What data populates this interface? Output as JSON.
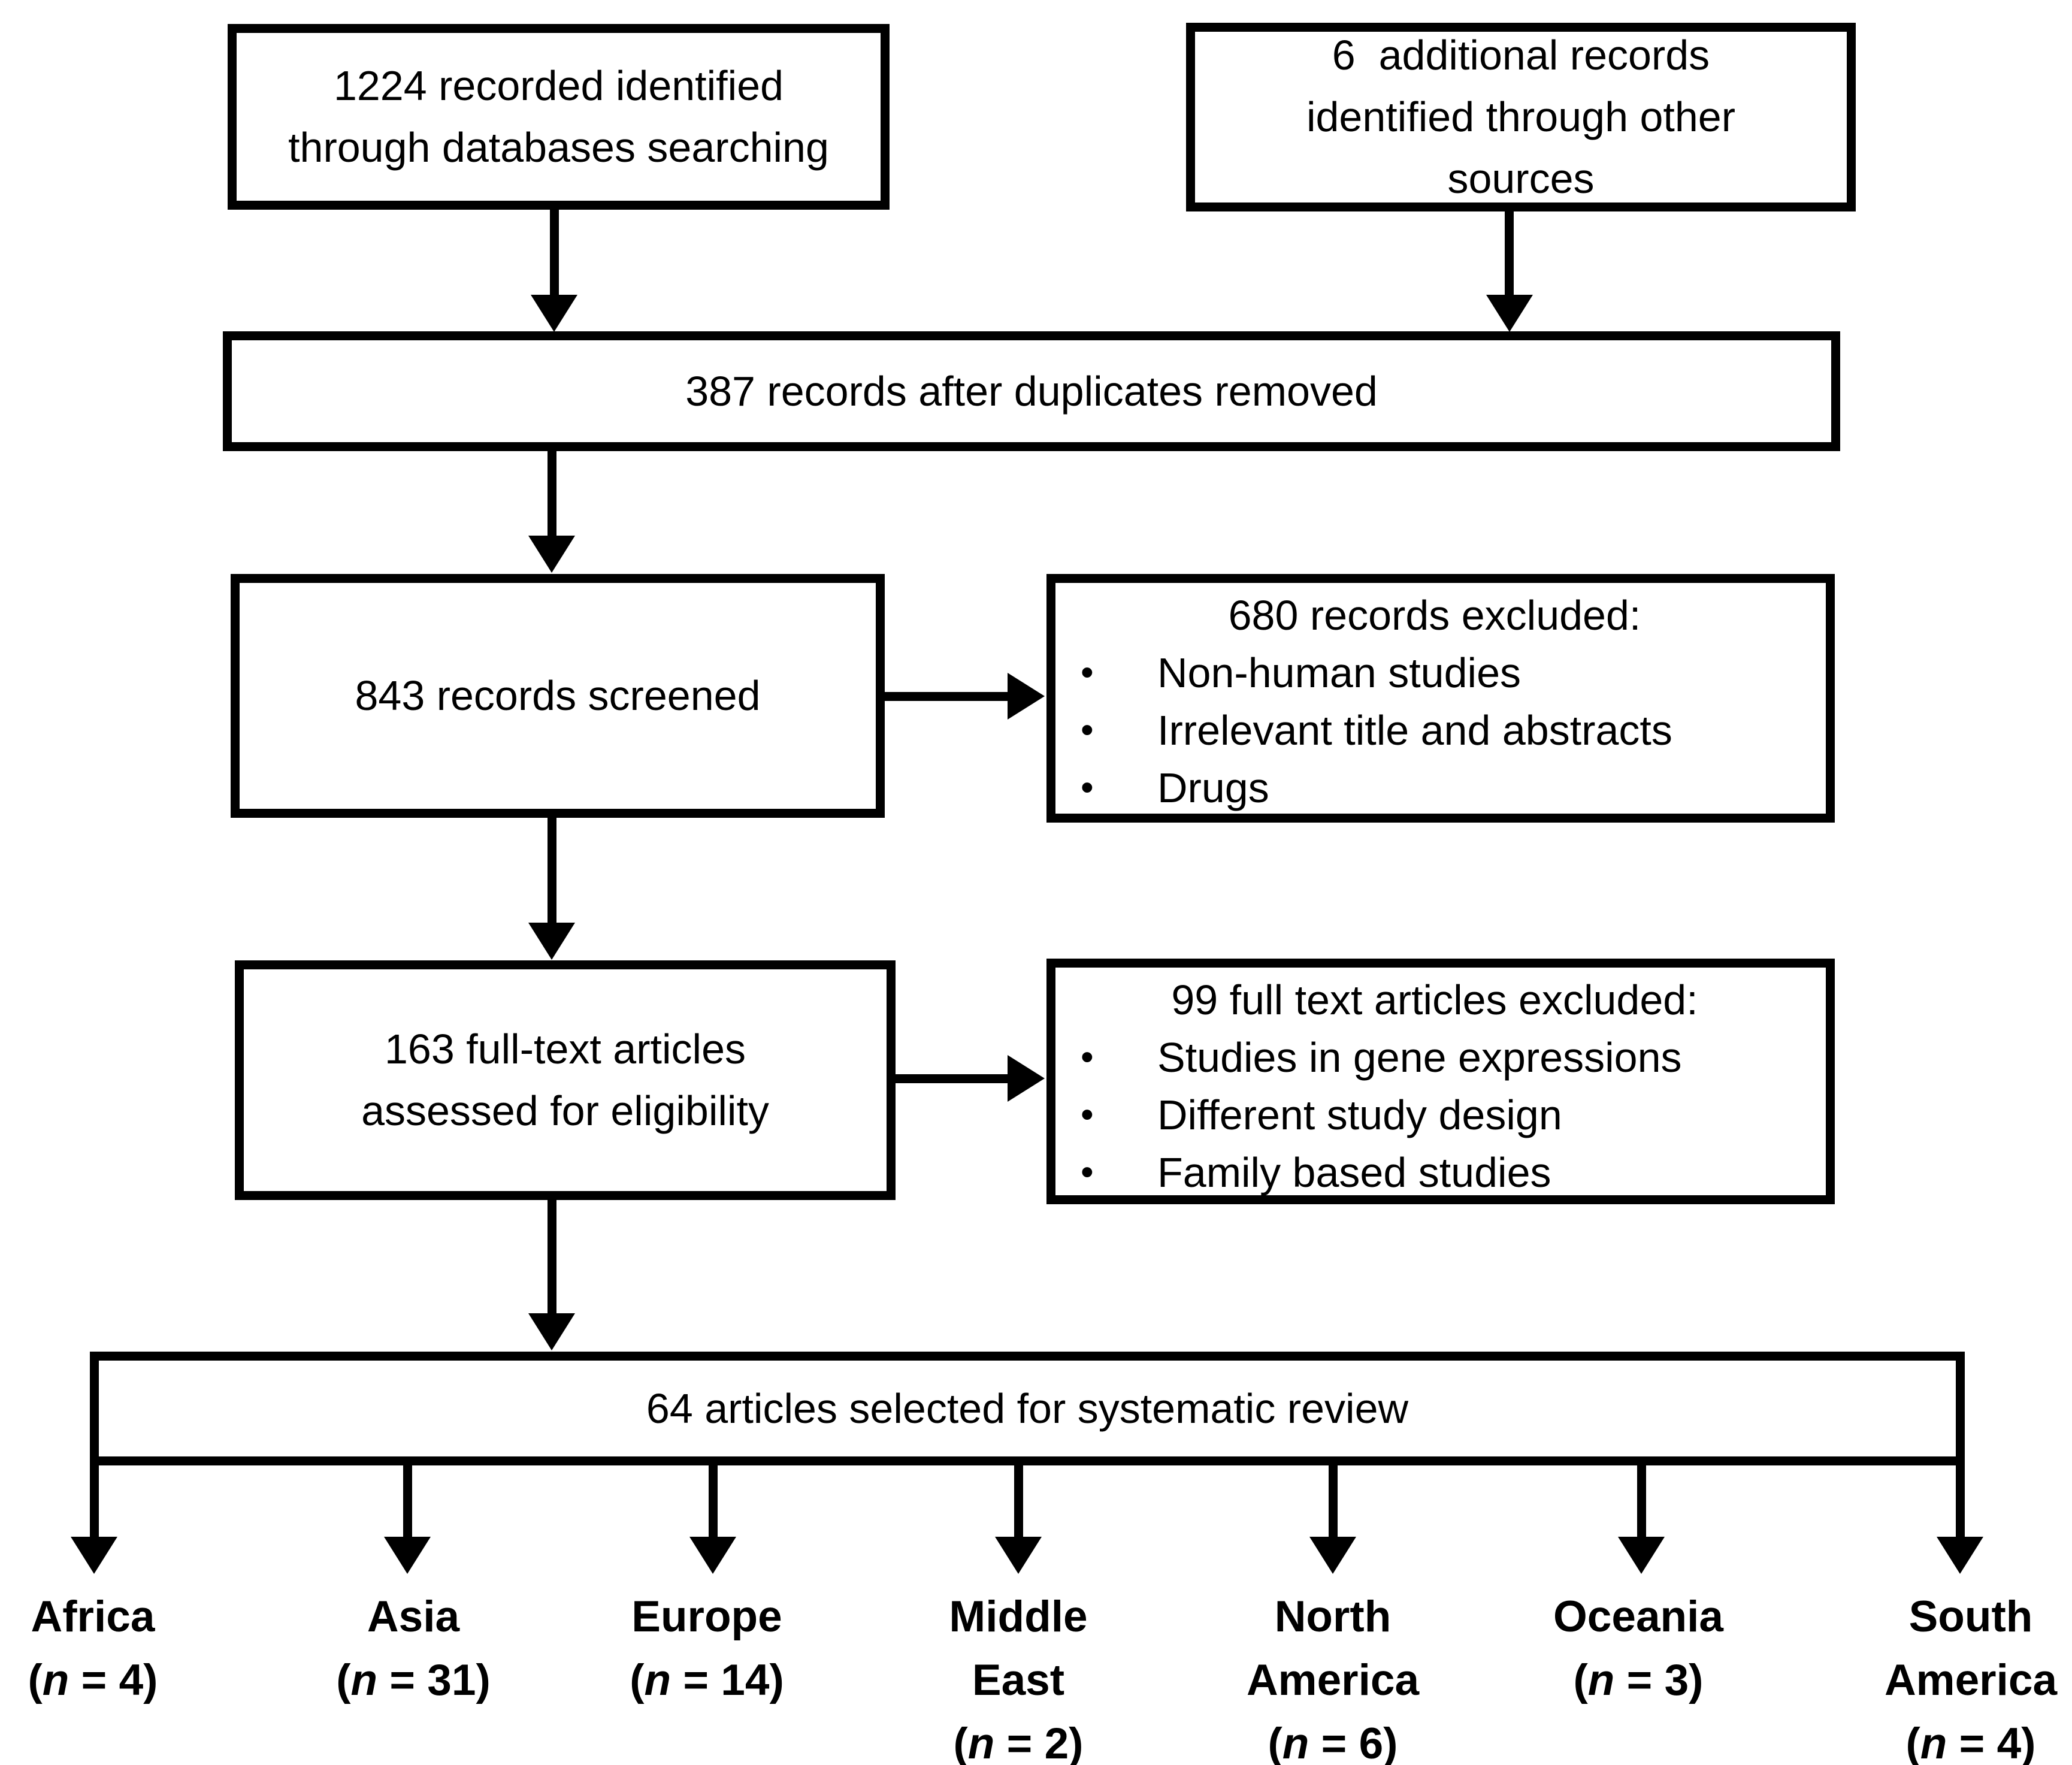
{
  "colors": {
    "background": "#ffffff",
    "line": "#000000",
    "text": "#000000"
  },
  "glyphs": {
    "bullet": "•"
  },
  "boxes": {
    "identified": {
      "lines": [
        "1224 recorded identified",
        "through databases searching"
      ]
    },
    "other_sources": {
      "lines": [
        "6  additional records",
        "identified through other",
        "sources"
      ]
    },
    "duplicates_removed": {
      "lines": [
        "387 records after duplicates removed"
      ]
    },
    "screened": {
      "lines": [
        "843 records screened"
      ]
    },
    "records_excluded": {
      "title": "680 records excluded:",
      "bullets": [
        "Non-human studies",
        "Irrelevant title and abstracts",
        "Drugs"
      ]
    },
    "fulltext_assessed": {
      "lines": [
        "163 full-text articles",
        "assessed for eligibility"
      ]
    },
    "fulltext_excluded": {
      "title": "99 full text articles excluded:",
      "bullets": [
        "Studies in gene expressions",
        "Different study design",
        "Family based studies"
      ]
    },
    "selected": {
      "lines": [
        "64 articles selected for systematic review"
      ]
    }
  },
  "regions": [
    {
      "name_lines": [
        "Africa"
      ],
      "n_open": "(",
      "n_var": "n",
      "n_rest": " = 4)"
    },
    {
      "name_lines": [
        "Asia"
      ],
      "n_open": "(",
      "n_var": "n",
      "n_rest": " = 31)"
    },
    {
      "name_lines": [
        "Europe"
      ],
      "n_open": "(",
      "n_var": "n",
      "n_rest": " = 14)"
    },
    {
      "name_lines": [
        "Middle",
        "East"
      ],
      "n_open": "(",
      "n_var": "n",
      "n_rest": " = 2)"
    },
    {
      "name_lines": [
        "North",
        "America"
      ],
      "n_open": "(",
      "n_var": "n",
      "n_rest": " = 6)"
    },
    {
      "name_lines": [
        "Oceania"
      ],
      "n_open": "(",
      "n_var": "n",
      "n_rest": " = 3)"
    },
    {
      "name_lines": [
        "South",
        "America"
      ],
      "n_open": "(",
      "n_var": "n",
      "n_rest": " = 4)"
    }
  ]
}
